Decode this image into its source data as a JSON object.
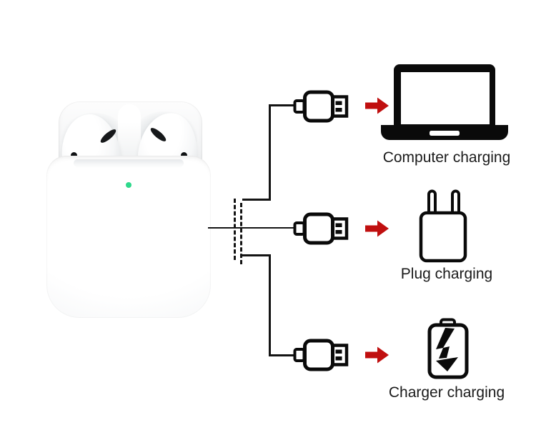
{
  "infographic": {
    "subject": "Wireless earbuds charging case charging methods",
    "device": {
      "name": "earbuds charging case",
      "led_color": "#2ed98c"
    },
    "methods": [
      {
        "label": "Computer charging",
        "icon": "laptop-icon"
      },
      {
        "label": "Plug charging",
        "icon": "power-plug-icon"
      },
      {
        "label": "Charger charging",
        "icon": "battery-charging-icon"
      }
    ],
    "connector_icon": "usb-connector-icon",
    "colors": {
      "arrow": "#c00f0f",
      "line": "#141414",
      "text": "#1b1b1b",
      "background": "#ffffff"
    }
  }
}
